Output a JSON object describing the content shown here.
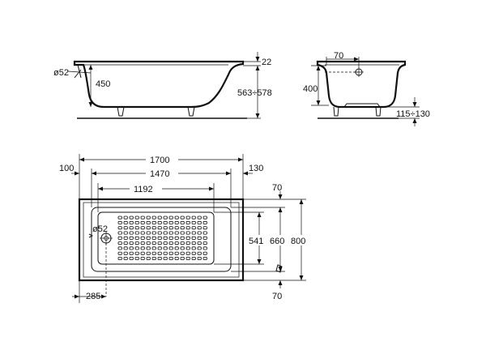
{
  "side_view": {
    "drain_diameter": "ø52",
    "inner_depth": "450",
    "rim_thickness": "22",
    "total_height": "563÷578"
  },
  "end_view": {
    "drain_offset": "70",
    "depth": "400",
    "leg_height": "115÷130"
  },
  "top_view": {
    "overall_length": "1700",
    "left_offset": "100",
    "inner_length": "1470",
    "right_offset": "130",
    "floor_length": "1192",
    "drain_diameter": "ø52",
    "top_margin": "70",
    "bottom_margin": "70",
    "floor_width": "541",
    "inner_width": "660",
    "overall_width": "800",
    "drain_position": "285"
  }
}
